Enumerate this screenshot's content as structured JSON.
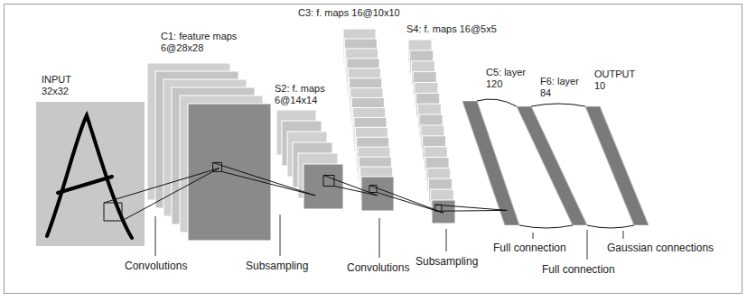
{
  "diagram": {
    "nodes": [
      {
        "text": [
          "INPUT 32x32"
        ]
      },
      {
        "text": [
          "C1: feature maps 6@28x28"
        ]
      },
      {
        "text": [
          "S2: f. maps 6@14x14"
        ]
      },
      {
        "text": [
          "C3: f. maps 16@10x10"
        ]
      },
      {
        "text": [
          "S4: f. maps 16@5x5"
        ]
      },
      {
        "text": [
          "C5: layer 120"
        ]
      },
      {
        "text": [
          "F6: layer 84"
        ]
      },
      {
        "text": [
          "OUTPUT 10"
        ]
      }
    ],
    "edges": [
      {
        "from": 0,
        "to": 1,
        "arrow": "none"
      },
      {
        "from": 1,
        "to": 2,
        "arrow": "none"
      },
      {
        "from": 2,
        "to": 3,
        "arrow": "none"
      },
      {
        "from": 3,
        "to": 4,
        "arrow": "none"
      },
      {
        "from": 4,
        "to": 5,
        "arrow": "none"
      },
      {
        "from": 5,
        "to": 6,
        "arrow": "none"
      },
      {
        "from": 6,
        "to": 7,
        "arrow": "none"
      }
    ],
    "labels": [
      "Convolutions",
      "Subsampling",
      "Convolutions",
      "Subsampling",
      "Full connection",
      "Full connection",
      "Gaussian connections"
    ]
  }
}
